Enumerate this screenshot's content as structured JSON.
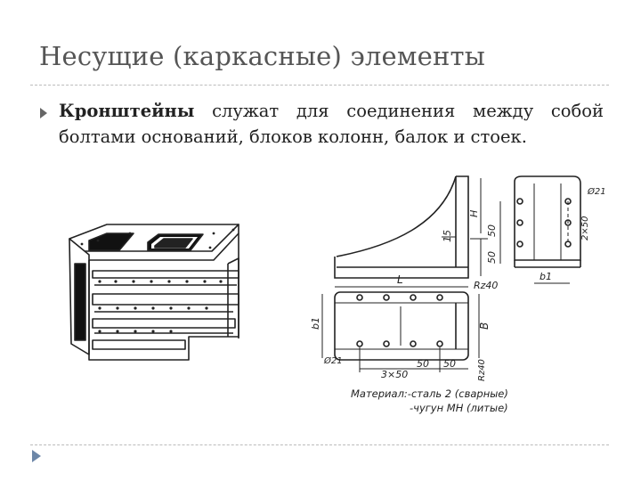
{
  "slide": {
    "title": "Несущие (каркасные) элементы",
    "bullet": {
      "term": "Кронштейны",
      "text": " служат для соединения между собой болтами оснований, блоков колонн, балок и стоек."
    }
  },
  "drawing": {
    "labels": {
      "H": "H",
      "d15": "15",
      "d50a": "50",
      "d50b": "50",
      "L": "L",
      "rz40a": "Rz40",
      "b1": "b1",
      "dia21a": "Ø21",
      "two50": "2×50",
      "b1b": "b1",
      "B": "B",
      "dia21b": "Ø21",
      "three50": "3×50",
      "d50c": "50",
      "d50d": "50",
      "rz40b": "Rz40",
      "material1": "Материал:-сталь 2 (сварные)",
      "material2": "-чугун МН (литые)"
    }
  }
}
